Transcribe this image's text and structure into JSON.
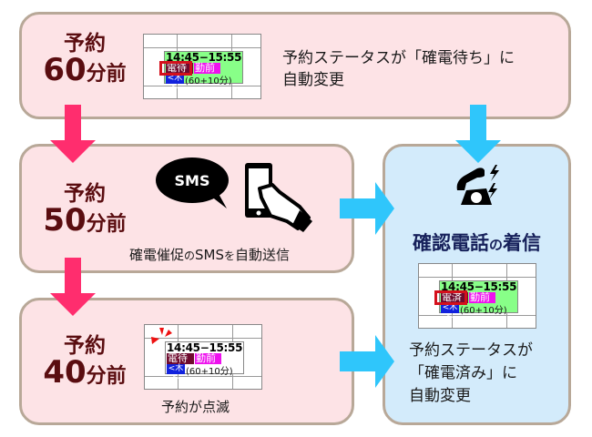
{
  "steps": [
    {
      "timing_line1": "予約",
      "timing_num": "60",
      "timing_unit": "分前",
      "description_line1": "予約ステータスが「確電待ち」に",
      "description_line2": "自動変更"
    },
    {
      "timing_line1": "予約",
      "timing_num": "50",
      "timing_unit": "分前",
      "sms_label": "SMS",
      "caption_part1": "確電催促",
      "caption_no": "の",
      "caption_part2": "SMS",
      "caption_wo": "を",
      "caption_part3": "自動送信"
    },
    {
      "timing_line1": "予約",
      "timing_num": "40",
      "timing_unit": "分前",
      "caption": "予約が点滅"
    }
  ],
  "result": {
    "title_part1": "確認電話",
    "title_no": "の",
    "title_part2": "着信",
    "description_line1": "予約ステータスが",
    "description_line2": "「確電済み」に",
    "description_line3": "自動変更"
  },
  "cards": {
    "waiting": {
      "time": "14:45−15:55",
      "status": "電待",
      "type": "勤前",
      "day": "<木>",
      "duration": "(60+10分)"
    },
    "blinking": {
      "time": "14:45−15:55",
      "status": "電待",
      "type": "勤前",
      "day": "<木>",
      "duration": "(60+10分)"
    },
    "done": {
      "time": "14:45−15:55",
      "status": "電済",
      "type": "勤前",
      "day": "<木>",
      "duration": "(60+10分)"
    }
  },
  "colors": {
    "pink_arrow": "#ff2d6e",
    "blue_arrow": "#2fc6fb",
    "timing_text": "#5a0d10",
    "title_text": "#16205a",
    "card_green": "#88ff88",
    "card_blink": "#ffffff",
    "status_bg": "#6e0a2e",
    "type_bg": "#ee11ee",
    "day_bg": "#1122dd",
    "highlight_frame": "#d4101c"
  }
}
